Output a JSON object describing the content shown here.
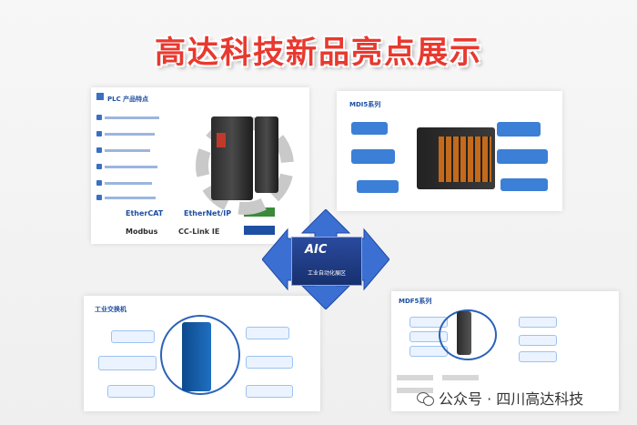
{
  "title": "高达科技新品亮点展示",
  "plc": {
    "heading": "PLC 产品特点",
    "logos": [
      "EtherCAT",
      "EtherNet/IP",
      "Modbus",
      "CC-Link IE"
    ]
  },
  "mdi": {
    "heading": "MDI5系列"
  },
  "switch": {
    "heading": "工业交换机"
  },
  "mdf": {
    "heading": "MDF5系列"
  },
  "center": {
    "brand": "AIC",
    "caption": "工业自动化展区"
  },
  "watermark": {
    "text": "公众号 · 四川高达科技"
  },
  "colors": {
    "title": "#e8392f",
    "brand_blue": "#1d4fa3",
    "arrow_blue": "#3b6fd1",
    "center_bg": "#1f3c86"
  }
}
